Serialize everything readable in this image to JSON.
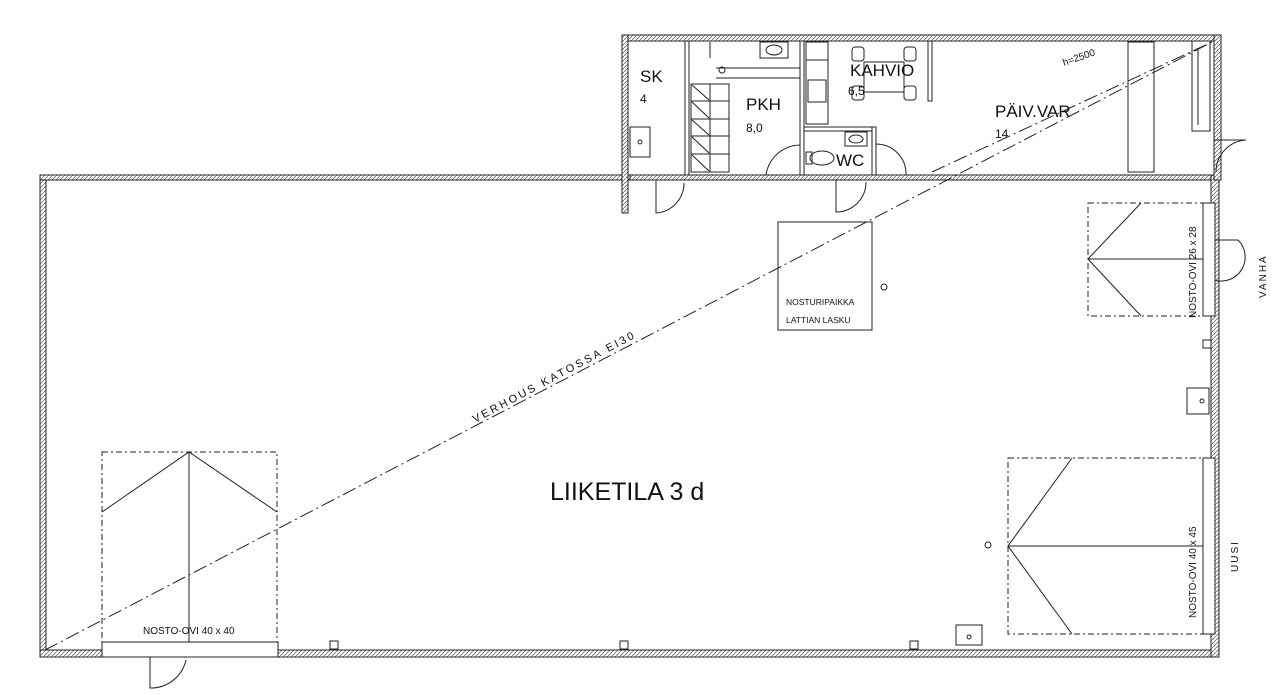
{
  "rooms": {
    "sk": {
      "name": "SK",
      "area": "4"
    },
    "pkh": {
      "name": "PKH",
      "area": "8,0"
    },
    "kahvio": {
      "name": "KAHVIO",
      "area": "6,5"
    },
    "paivvar": {
      "name": "PÄIV.VAR",
      "area": "14"
    },
    "wc": {
      "name": "WC"
    },
    "main": {
      "name": "LIIKETILA 3 d"
    }
  },
  "annotations": {
    "height": "h=2500",
    "ceiling": "VERHOUS KATOSSA EI30",
    "crane_line1": "NOSTURIPAIKKA",
    "crane_line2": "LATTIAN LASKU"
  },
  "doors": {
    "bottom": "NOSTO-OVI 40 x 40",
    "right_upper": "NOSTO-OVI 26 x 28",
    "right_lower": "NOSTO-OVI 40 x 45"
  },
  "side_labels": {
    "upper": "VANHA",
    "lower": "UUSI"
  }
}
